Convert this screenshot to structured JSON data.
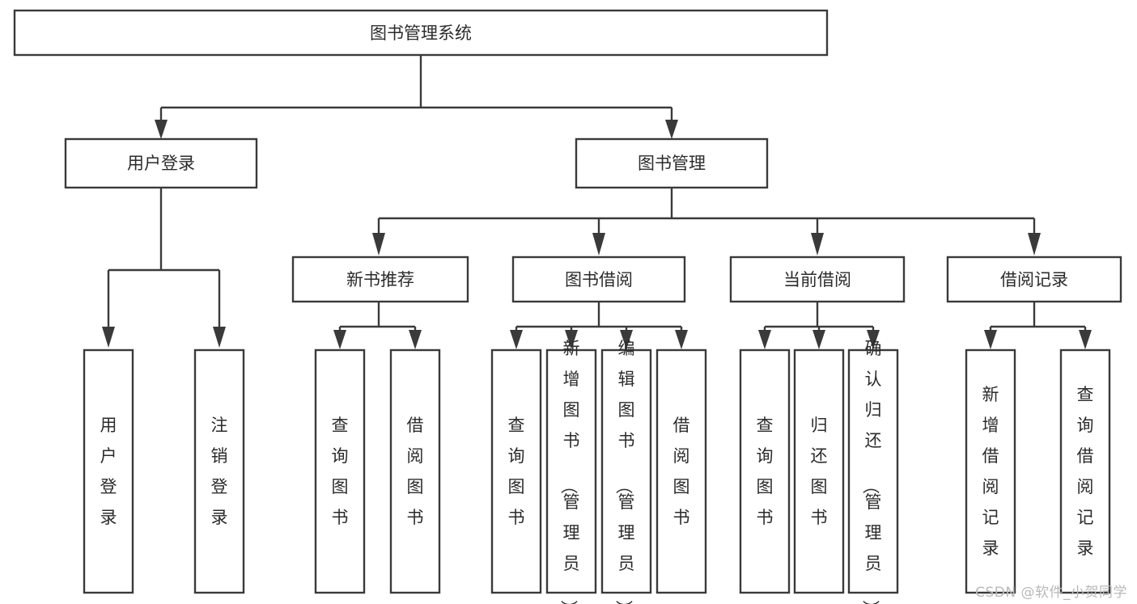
{
  "diagram": {
    "type": "tree-hierarchy",
    "title": "图书管理系统",
    "watermark": "CSDN @软件_小贺同学",
    "colors": {
      "stroke": "#3a3a3a",
      "background": "#ffffff",
      "text": "#2b2b2b",
      "watermark": "#b9b9b9"
    },
    "root": {
      "label": "图书管理系统",
      "orientation": "horizontal"
    },
    "level2": [
      {
        "label": "用户登录",
        "orientation": "horizontal"
      },
      {
        "label": "图书管理",
        "orientation": "horizontal"
      }
    ],
    "level3": [
      {
        "label": "新书推荐",
        "orientation": "horizontal"
      },
      {
        "label": "图书借阅",
        "orientation": "horizontal"
      },
      {
        "label": "当前借阅",
        "orientation": "horizontal"
      },
      {
        "label": "借阅记录",
        "orientation": "horizontal"
      }
    ],
    "leaves": {
      "user_login": [
        {
          "label": "用户登录",
          "orientation": "vertical"
        },
        {
          "label": "注销登录",
          "orientation": "vertical"
        }
      ],
      "new_book_recommend": [
        {
          "label": "查询图书",
          "orientation": "vertical"
        },
        {
          "label": "借阅图书",
          "orientation": "vertical"
        }
      ],
      "book_borrow": [
        {
          "label": "查询图书",
          "orientation": "vertical"
        },
        {
          "label": "新增图书（管理员）",
          "orientation": "vertical"
        },
        {
          "label": "编辑图书（管理员）",
          "orientation": "vertical"
        },
        {
          "label": "借阅图书",
          "orientation": "vertical"
        }
      ],
      "current_borrow": [
        {
          "label": "查询图书",
          "orientation": "vertical"
        },
        {
          "label": "归还图书",
          "orientation": "vertical"
        },
        {
          "label": "确认归还（管理员）",
          "orientation": "vertical"
        }
      ],
      "borrow_record": [
        {
          "label": "新增借阅记录",
          "orientation": "vertical"
        },
        {
          "label": "查询借阅记录",
          "orientation": "vertical"
        }
      ]
    }
  }
}
